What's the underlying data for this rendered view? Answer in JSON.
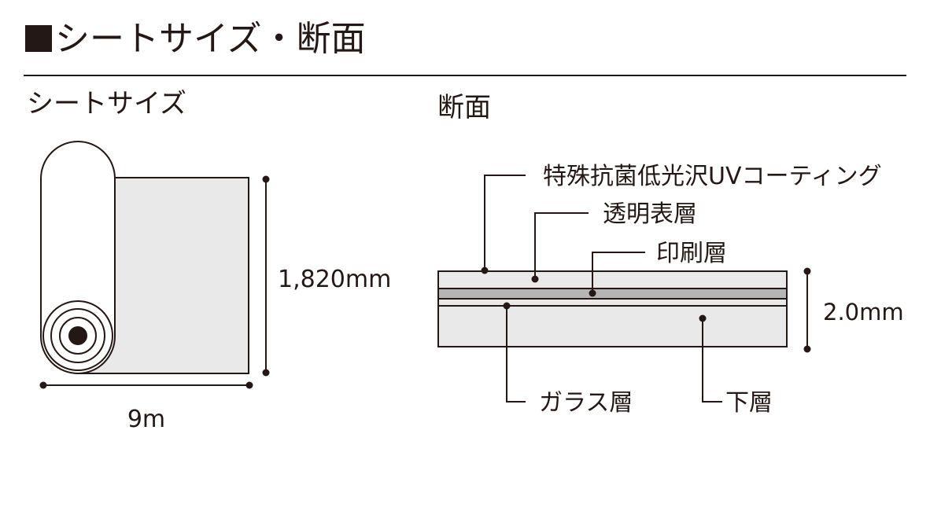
{
  "header": {
    "title": "シートサイズ・断面"
  },
  "sections": {
    "sheet_size": {
      "heading": "シートサイズ",
      "height_label": "1,820mm",
      "width_label": "9m"
    },
    "cross_section": {
      "heading": "断面",
      "thickness_label": "2.0mm",
      "layers": {
        "coating": "特殊抗菌低光沢UVコーティング",
        "clear": "透明表層",
        "print": "印刷層",
        "glass": "ガラス層",
        "base": "下層"
      }
    }
  },
  "colors": {
    "ink": "#231815",
    "sheet_fill": "#e9e9e9",
    "print_layer_fill": "#b5b5b5",
    "background": "#ffffff"
  }
}
